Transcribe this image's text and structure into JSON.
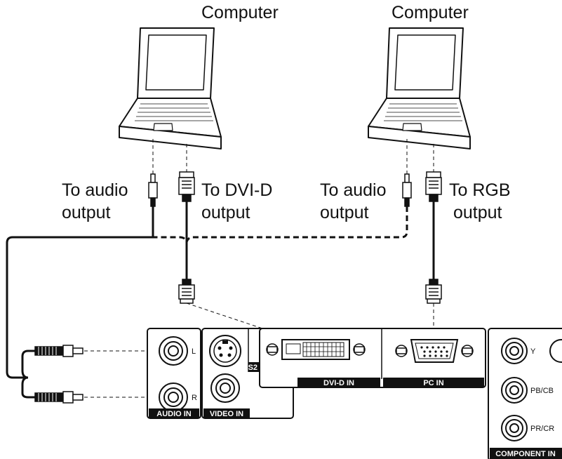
{
  "labels": {
    "computer_left": "Computer",
    "computer_right": "Computer",
    "audio_left_line1": "To audio",
    "audio_left_line2": "output",
    "dvi_line1": "To DVI-D",
    "dvi_line2": "output",
    "audio_right_line1": "To audio",
    "audio_right_line2": "output",
    "rgb_line1": "To RGB",
    "rgb_line2": "output"
  },
  "panel": {
    "audio_in": "AUDIO IN",
    "audio_l": "L",
    "audio_r": "R",
    "s2_video_in": "S2 VIDEO IN",
    "video_in": "VIDEO IN",
    "dvi_d_in": "DVI-D IN",
    "pc_in": "PC IN",
    "component_in": "COMPONENT IN",
    "comp_y": "Y",
    "comp_pb": "PB/CB",
    "comp_pr": "PR/CR"
  }
}
